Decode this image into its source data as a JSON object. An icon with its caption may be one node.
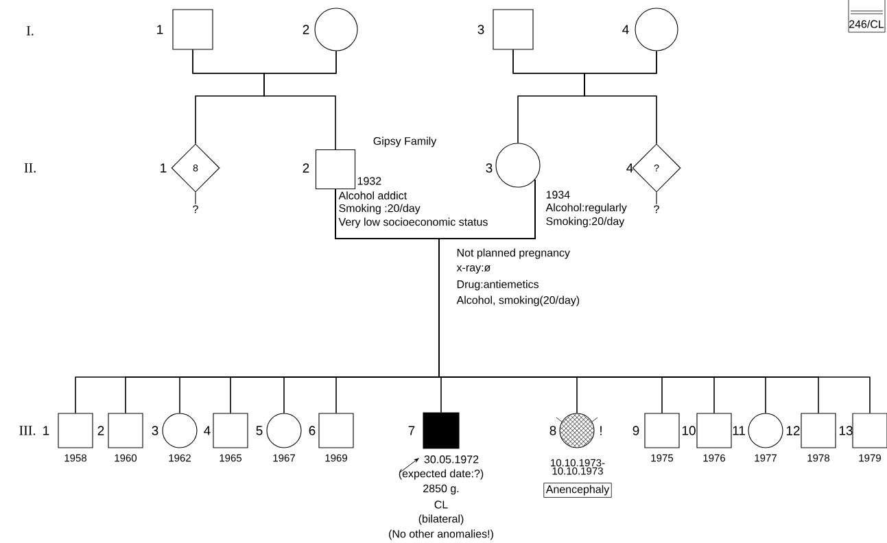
{
  "diagram": {
    "nodes": [
      {
        "text": [],
        "shape": "box",
        "beside": [
          "1"
        ]
      },
      {
        "text": [],
        "shape": "circle",
        "beside": [
          "2"
        ]
      },
      {
        "text": [],
        "shape": "box",
        "beside": [
          "3"
        ]
      },
      {
        "text": [],
        "shape": "circle",
        "beside": [
          "4"
        ]
      },
      {
        "text": [
          "8"
        ],
        "beside": [
          "1"
        ]
      },
      {
        "text": [
          "?"
        ]
      },
      {
        "text": [],
        "shape": "box",
        "beside": [
          "2",
          "1932",
          "Alcohol addict",
          "Smoking :20/day",
          "Very low socioeconomic status"
        ]
      },
      {
        "text": [],
        "shape": "circle",
        "beside": [
          "3",
          "1934",
          "Alcohol:regularly",
          "Smoking:20/day"
        ]
      },
      {
        "text": [
          "?"
        ],
        "beside": [
          "4"
        ]
      },
      {
        "text": [
          "?"
        ]
      },
      {
        "text": [],
        "shape": "box",
        "beside": [
          "1",
          "1958"
        ]
      },
      {
        "text": [],
        "shape": "box",
        "beside": [
          "2",
          "1960"
        ]
      },
      {
        "text": [],
        "shape": "circle",
        "beside": [
          "3",
          "1962"
        ]
      },
      {
        "text": [],
        "shape": "box",
        "beside": [
          "4",
          "1965"
        ]
      },
      {
        "text": [],
        "shape": "circle",
        "beside": [
          "5",
          "1967"
        ]
      },
      {
        "text": [],
        "shape": "box",
        "beside": [
          "6",
          "1969"
        ]
      },
      {
        "text": [],
        "shape": "box",
        "beside": [
          "7",
          "30.05.1972",
          "(expected date:?)",
          "2850 g.",
          "CL",
          "(bilateral)",
          "(No other anomalies!)"
        ]
      },
      {
        "text": [],
        "shape": "circle",
        "beside": [
          "8",
          "!",
          "10.10.1973- 10.10.1973"
        ]
      },
      {
        "text": [],
        "shape": "box",
        "beside": [
          "9",
          "1975"
        ]
      },
      {
        "text": [],
        "shape": "box",
        "beside": [
          "10",
          "1976"
        ]
      },
      {
        "text": [],
        "shape": "circle",
        "beside": [
          "11",
          "1977"
        ]
      },
      {
        "text": [],
        "shape": "box",
        "beside": [
          "12",
          "1978"
        ]
      },
      {
        "text": [],
        "shape": "box",
        "beside": [
          "13",
          "1979"
        ]
      },
      {
        "text": [
          "Anencephaly"
        ]
      },
      {
        "text": [
          "246/CL"
        ]
      }
    ],
    "edges": [
      {
        "from": 0,
        "to": 1,
        "arrow": "none"
      },
      {
        "from": 2,
        "to": 3,
        "arrow": "none"
      },
      {
        "from": 0,
        "to": 4,
        "arrow": "none"
      },
      {
        "from": 1,
        "to": 4,
        "arrow": "none"
      },
      {
        "from": 0,
        "to": 6,
        "arrow": "none"
      },
      {
        "from": 1,
        "to": 6,
        "arrow": "none"
      },
      {
        "from": 2,
        "to": 7,
        "arrow": "none"
      },
      {
        "from": 3,
        "to": 7,
        "arrow": "none"
      },
      {
        "from": 2,
        "to": 8,
        "arrow": "none"
      },
      {
        "from": 3,
        "to": 8,
        "arrow": "none"
      },
      {
        "from": 4,
        "to": 5,
        "arrow": "none"
      },
      {
        "from": 8,
        "to": 9,
        "arrow": "none"
      },
      {
        "from": 6,
        "to": 7,
        "arrow": "none"
      },
      {
        "from": 6,
        "to": 10,
        "arrow": "none"
      },
      {
        "from": 7,
        "to": 10,
        "arrow": "none"
      },
      {
        "from": 6,
        "to": 11,
        "arrow": "none"
      },
      {
        "from": 7,
        "to": 11,
        "arrow": "none"
      },
      {
        "from": 6,
        "to": 12,
        "arrow": "none"
      },
      {
        "from": 7,
        "to": 12,
        "arrow": "none"
      },
      {
        "from": 6,
        "to": 13,
        "arrow": "none"
      },
      {
        "from": 7,
        "to": 13,
        "arrow": "none"
      },
      {
        "from": 6,
        "to": 14,
        "arrow": "none"
      },
      {
        "from": 7,
        "to": 14,
        "arrow": "none"
      },
      {
        "from": 6,
        "to": 15,
        "arrow": "none"
      },
      {
        "from": 7,
        "to": 15,
        "arrow": "none"
      },
      {
        "from": 6,
        "to": 16,
        "arrow": "none"
      },
      {
        "from": 7,
        "to": 16,
        "arrow": "none"
      },
      {
        "from": 6,
        "to": 17,
        "arrow": "none"
      },
      {
        "from": 7,
        "to": 17,
        "arrow": "none"
      },
      {
        "from": 6,
        "to": 18,
        "arrow": "none"
      },
      {
        "from": 7,
        "to": 18,
        "arrow": "none"
      },
      {
        "from": 6,
        "to": 19,
        "arrow": "none"
      },
      {
        "from": 7,
        "to": 19,
        "arrow": "none"
      },
      {
        "from": 6,
        "to": 20,
        "arrow": "none"
      },
      {
        "from": 7,
        "to": 20,
        "arrow": "none"
      },
      {
        "from": 6,
        "to": 21,
        "arrow": "none"
      },
      {
        "from": 7,
        "to": 21,
        "arrow": "none"
      },
      {
        "from": 6,
        "to": 22,
        "arrow": "none"
      },
      {
        "from": 7,
        "to": 22,
        "arrow": "none"
      }
    ],
    "labels": [
      "I.",
      "II.",
      "III.",
      "Gipsy Family",
      "Not planned pregnancy",
      "x-ray:ø",
      "Drug:antiemetics",
      "Alcohol, smoking(20/day)"
    ]
  }
}
